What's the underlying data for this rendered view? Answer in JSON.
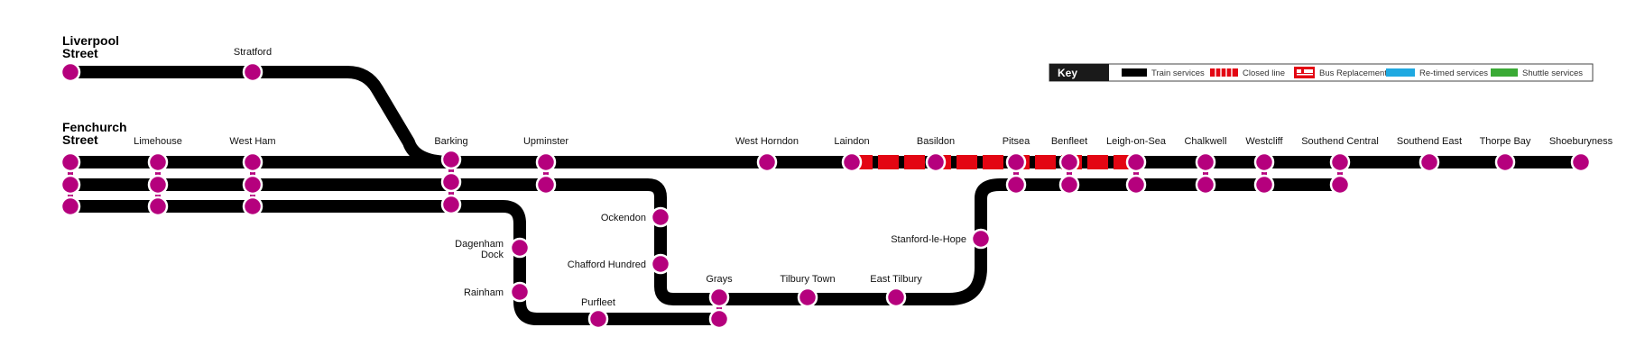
{
  "colors": {
    "train": "#000000",
    "closed": "#e30613",
    "station": "#b5007d",
    "retimed": "#1fa9e1",
    "shuttle": "#3aaa35"
  },
  "terminals": {
    "liverpool_line1": "Liverpool",
    "liverpool_line2": "Street",
    "fenchurch_line1": "Fenchurch",
    "fenchurch_line2": "Street"
  },
  "stations": {
    "stratford": "Stratford",
    "limehouse": "Limehouse",
    "west_ham": "West Ham",
    "barking": "Barking",
    "upminster": "Upminster",
    "west_horndon": "West Horndon",
    "laindon": "Laindon",
    "basildon": "Basildon",
    "pitsea": "Pitsea",
    "benfleet": "Benfleet",
    "leigh_on_sea": "Leigh-on-Sea",
    "chalkwell": "Chalkwell",
    "westcliff": "Westcliff",
    "southend_central": "Southend Central",
    "southend_east": "Southend East",
    "thorpe_bay": "Thorpe Bay",
    "shoeburyness": "Shoeburyness",
    "ockendon": "Ockendon",
    "chafford_hundred": "Chafford Hundred",
    "stanford_le_hope": "Stanford-le-Hope",
    "dagenham_dock_line1": "Dagenham",
    "dagenham_dock_line2": "Dock",
    "rainham": "Rainham",
    "purfleet": "Purfleet",
    "grays": "Grays",
    "tilbury_town": "Tilbury Town",
    "east_tilbury": "East Tilbury"
  },
  "key": {
    "title": "Key",
    "items": [
      {
        "label": "Train services",
        "icon": "train-line-swatch"
      },
      {
        "label": "Closed line",
        "icon": "closed-line-swatch"
      },
      {
        "label": "Bus Replacement",
        "icon": "bus-icon"
      },
      {
        "label": "Re-timed services",
        "icon": "retimed-line-swatch"
      },
      {
        "label": "Shuttle services",
        "icon": "shuttle-line-swatch"
      }
    ]
  }
}
